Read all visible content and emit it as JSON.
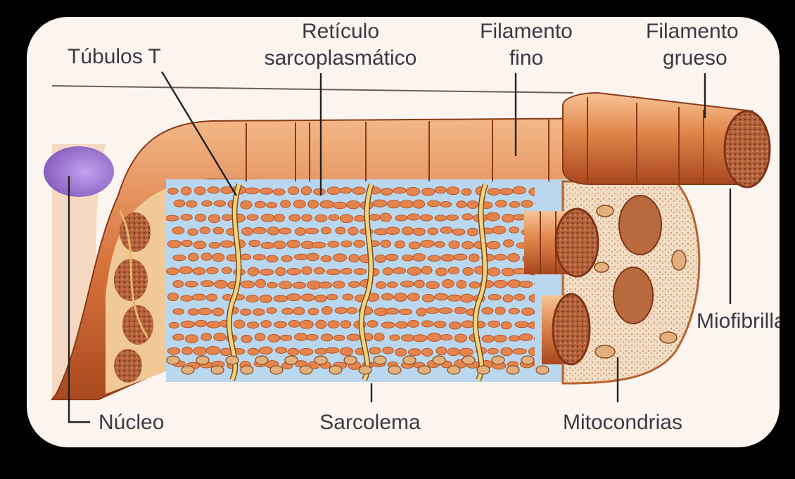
{
  "labels": {
    "tubulos_t": "Túbulos T",
    "reticulo_1": "Retículo",
    "reticulo_2": "sarcoplasmático",
    "filamento_fino_1": "Filamento",
    "filamento_fino_2": "fino",
    "filamento_grueso_1": "Filamento",
    "filamento_grueso_2": "grueso",
    "miofibrilla": "Miofibrilla",
    "nucleo": "Núcleo",
    "sarcolema": "Sarcolema",
    "mitocondrias": "Mitocondrias"
  },
  "colors": {
    "frame_bg": "#000000",
    "panel_bg": "#fbf4ef",
    "muscle_orange": "#d9743d",
    "muscle_dark": "#9c3f1c",
    "cytoplasm_blue": "#b9d8ef",
    "nucleus_purple": "#9b6fd1",
    "mito_brown": "#a85a32",
    "ttubule_yellow": "#f2d27a"
  }
}
